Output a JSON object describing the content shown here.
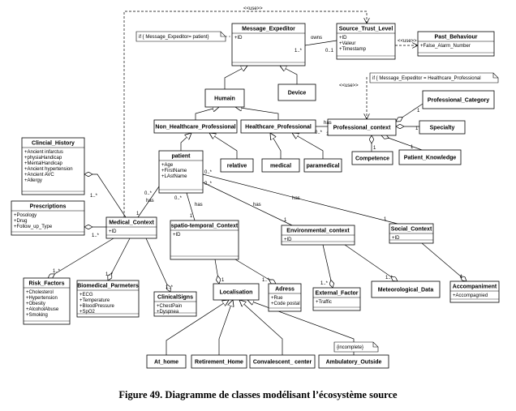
{
  "classes": {
    "message_expeditor": {
      "name": "Message_Expeditor",
      "attrs": [
        "+ID"
      ]
    },
    "device": {
      "name": "Device",
      "attrs": []
    },
    "humain": {
      "name": "Humain",
      "attrs": []
    },
    "non_healthcare_professional": {
      "name": "Non_Healthcare_Professional",
      "attrs": []
    },
    "healthcare_professional": {
      "name": "Healthcare_Professional",
      "attrs": []
    },
    "source_trust_level": {
      "name": "Source_Trust_Level",
      "attrs": [
        "+ID",
        "+Valeur",
        "+Timestamp"
      ]
    },
    "past_behaviour": {
      "name": "Past_Behaviour",
      "attrs": [
        "+False_Alarm_Number"
      ]
    },
    "professional_category": {
      "name": "Professional_Category",
      "attrs": []
    },
    "professional_context": {
      "name": "Professional_context",
      "attrs": []
    },
    "specialty": {
      "name": "Specialty",
      "attrs": []
    },
    "competence": {
      "name": "Competence",
      "attrs": []
    },
    "patient_knowledge": {
      "name": "Patient_Knowledge",
      "attrs": []
    },
    "patient": {
      "name": "patient",
      "attrs": [
        "+Age",
        "+FirstName",
        "+LAstName"
      ]
    },
    "relative": {
      "name": "relative",
      "attrs": []
    },
    "medical": {
      "name": "medical",
      "attrs": []
    },
    "paramedical": {
      "name": "paramedical",
      "attrs": []
    },
    "clinical_history": {
      "name": "Clincial_History",
      "attrs": [
        "+Ancient infarctus",
        "+physiaHandicap",
        "+MentalHandicap",
        "+Ancient hypertension",
        "+Ancient AVC",
        "+Allergy"
      ]
    },
    "prescriptions": {
      "name": "Prescriptions",
      "attrs": [
        "+Posology",
        "+Drug",
        "+Follow_up_Type"
      ]
    },
    "medical_context": {
      "name": "Medical_Context",
      "attrs": [
        "+ID"
      ]
    },
    "spatio_temporal_context": {
      "name": "spatio-temporal_Context",
      "attrs": [
        "+ID"
      ]
    },
    "environmental_context": {
      "name": "Environmental_context",
      "attrs": [
        "+ID"
      ]
    },
    "social_context": {
      "name": "Social_Context",
      "attrs": [
        "+ID"
      ]
    },
    "risk_factors": {
      "name": "Risk_Factors",
      "attrs": [
        "+Cholesterol",
        "+Hypertension",
        "+Obesity",
        "+AlcoholAbuse",
        "+Smoking"
      ]
    },
    "biomedical_parmeters": {
      "name": "Biomedical_Parmeters",
      "attrs": [
        "+ECG",
        "+Temperature",
        "+BloodPressure",
        "+SpO2"
      ]
    },
    "clinical_signs": {
      "name": "ClinicalSigns",
      "attrs": [
        "+ChestPain",
        "+Dyspnea"
      ]
    },
    "localisation": {
      "name": "Localisation",
      "attrs": []
    },
    "adress": {
      "name": "Adress",
      "attrs": [
        "+Rue",
        "+Code postal"
      ]
    },
    "external_factor": {
      "name": "External_Factor",
      "attrs": [
        "+Traffic"
      ]
    },
    "meteorological_data": {
      "name": "Meteorological_Data",
      "attrs": []
    },
    "accompaniment": {
      "name": "Accompaniment",
      "attrs": [
        "+Accompagnied"
      ]
    },
    "at_home": {
      "name": "At_home",
      "attrs": []
    },
    "retirement_home": {
      "name": "Retirement_Home",
      "attrs": []
    },
    "convalescent_center": {
      "name": "Convalescent_ center",
      "attrs": []
    },
    "ambulatory_outside": {
      "name": "Ambulatory_Outside",
      "attrs": []
    }
  },
  "notes": {
    "note1": "if { Message_Expeditor= patient}",
    "note2": "if { Message_Expeditor = Healthcare_Professional",
    "incomplete": "{incomplete}"
  },
  "labels": {
    "use_top": "<<use>>",
    "use_right": "<<use>>",
    "use_mid": "<<use>>",
    "owns": "owns",
    "has_1": "has",
    "has_2": "has",
    "has_3": "has",
    "has_4": "has",
    "has_5": "has",
    "m_1_star": "1..*",
    "m_0_1": "0..1",
    "m_0_star": "0..*",
    "m_1": "1"
  },
  "caption": "Figure 49. Diagramme de classes modélisant l’écosystème source"
}
